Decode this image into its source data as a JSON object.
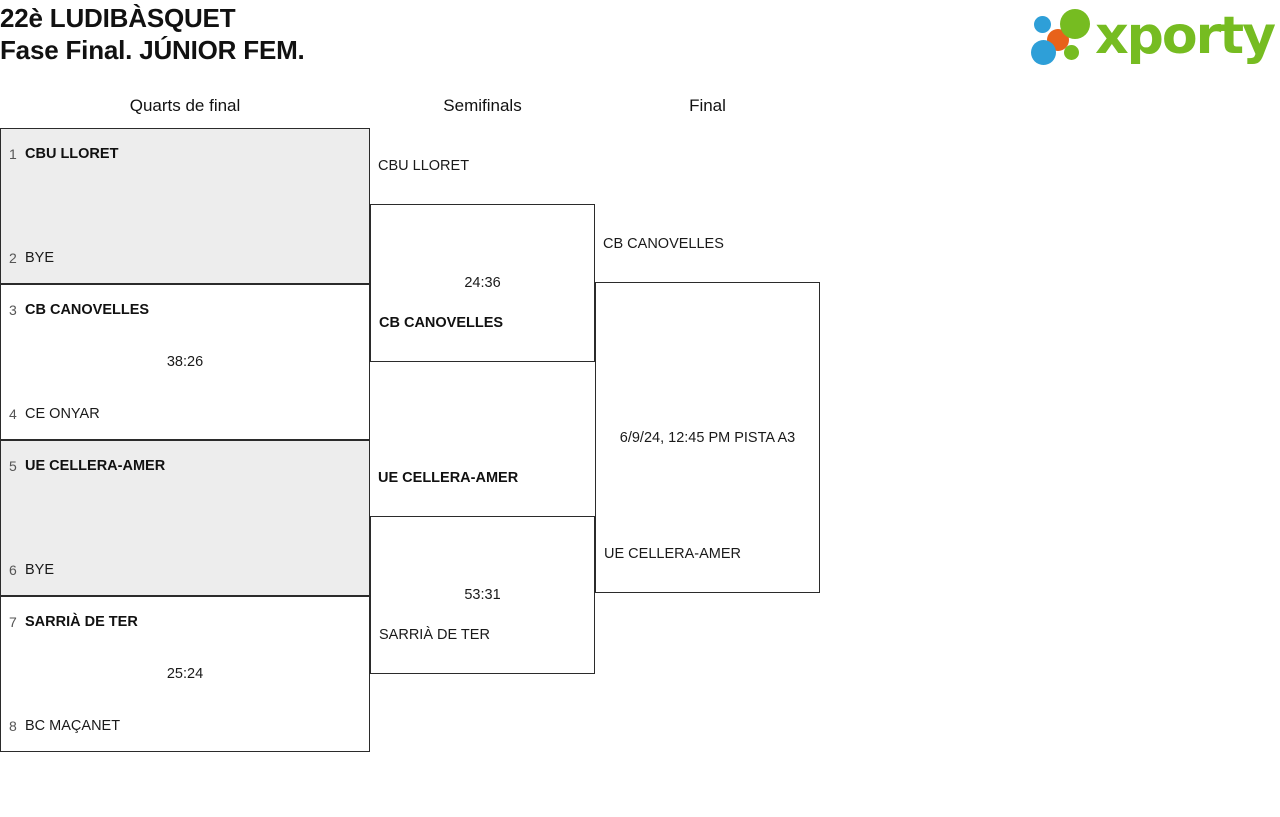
{
  "header": {
    "title_line1": "22è LUDIBÀSQUET",
    "title_line2": "Fase Final. JÚNIOR FEM.",
    "logo_word": "xporty"
  },
  "rounds": [
    {
      "label": "Quarts de final"
    },
    {
      "label": "Semifinals"
    },
    {
      "label": "Final"
    }
  ],
  "quarterfinals": [
    {
      "shaded": true,
      "top": {
        "seed": "1",
        "team": "CBU LLORET",
        "winner": true
      },
      "bottom": {
        "seed": "2",
        "team": "BYE",
        "winner": false
      },
      "score": ""
    },
    {
      "shaded": false,
      "top": {
        "seed": "3",
        "team": "CB CANOVELLES",
        "winner": true
      },
      "bottom": {
        "seed": "4",
        "team": "CE ONYAR",
        "winner": false
      },
      "score": "38:26"
    },
    {
      "shaded": true,
      "top": {
        "seed": "5",
        "team": "UE CELLERA-AMER",
        "winner": true
      },
      "bottom": {
        "seed": "6",
        "team": "BYE",
        "winner": false
      },
      "score": ""
    },
    {
      "shaded": false,
      "top": {
        "seed": "7",
        "team": "SARRIÀ DE TER",
        "winner": true
      },
      "bottom": {
        "seed": "8",
        "team": "BC MAÇANET",
        "winner": false
      },
      "score": "25:24"
    }
  ],
  "semifinals": [
    {
      "top": {
        "team": "CBU LLORET",
        "winner": false
      },
      "bottom": {
        "team": "CB CANOVELLES",
        "winner": true
      },
      "score": "24:36"
    },
    {
      "top": {
        "team": "UE CELLERA-AMER",
        "winner": true
      },
      "bottom": {
        "team": "SARRIÀ DE TER",
        "winner": false
      },
      "score": "53:31"
    }
  ],
  "final": {
    "top": {
      "team": "CB CANOVELLES",
      "winner": false
    },
    "bottom": {
      "team": "UE CELLERA-AMER",
      "winner": false
    },
    "score": "6/9/24, 12:45 PM PISTA A3"
  },
  "colors": {
    "logo_green": "#76bc21",
    "logo_blue": "#2e9fd8",
    "logo_orange": "#e8621a",
    "shaded_row": "#ededed",
    "border": "#2b2b2b"
  }
}
